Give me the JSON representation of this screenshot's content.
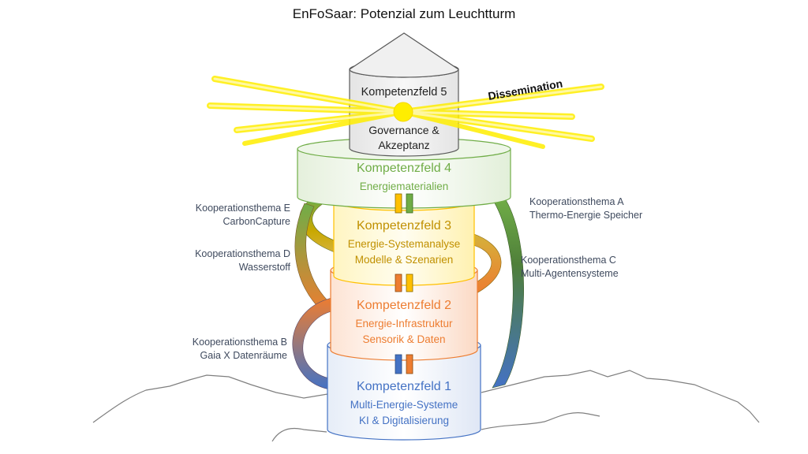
{
  "title": "EnFoSaar: Potenzial zum Leuchtturm",
  "dissemination": "Dissemination",
  "fields": [
    {
      "heading": "Kompetenzfeld 1",
      "lines": [
        "Multi-Energie-Systeme",
        "KI & Digitalisierung"
      ],
      "color": "#4472c4"
    },
    {
      "heading": "Kompetenzfeld 2",
      "lines": [
        "Energie-Infrastruktur",
        "Sensorik & Daten"
      ],
      "color": "#ed7d31"
    },
    {
      "heading": "Kompetenzfeld 3",
      "lines": [
        "Energie-Systemanalyse",
        "Modelle & Szenarien"
      ],
      "color": "#c09000"
    },
    {
      "heading": "Kompetenzfeld 4",
      "lines": [
        "Energiematerialien"
      ],
      "color": "#70ad47"
    },
    {
      "heading": "Kompetenzfeld 5",
      "lines": [
        "Governance &",
        "Akzeptanz"
      ],
      "color": "#222222"
    }
  ],
  "themes": {
    "A": [
      "Kooperationsthema A",
      "Thermo-Energie Speicher"
    ],
    "B": [
      "Kooperationsthema B",
      "Gaia X Datenräume"
    ],
    "C": [
      "Kooperationsthema C",
      "Multi-Agentensysteme"
    ],
    "D": [
      "Kooperationsthema D",
      "Wasserstoff"
    ],
    "E": [
      "Kooperationsthema E",
      "CarbonCapture"
    ]
  },
  "colors": {
    "blue": "#4472c4",
    "orange": "#ed7d31",
    "gold": "#c09000",
    "green": "#70ad47",
    "grey_fill": "#f2f2f2",
    "light_yellow": "#ffe600"
  }
}
